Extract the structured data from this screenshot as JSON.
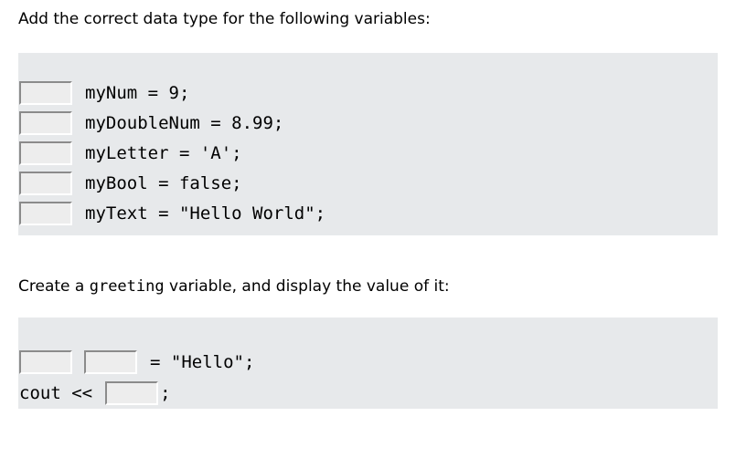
{
  "colors": {
    "page_bg": "#ffffff",
    "box_bg": "#e7e9eb",
    "text": "#000000",
    "input_bg": "#ededed",
    "input_border_dark": "#8b8b8b",
    "input_border_light": "#ffffff"
  },
  "exercise1": {
    "instruction": "Add the correct data type for the following variables:",
    "inputs": {
      "value": "",
      "placeholder": ""
    },
    "lines": [
      {
        "code": "myNum = 9;"
      },
      {
        "code": "myDoubleNum = 8.99;"
      },
      {
        "code": "myLetter = 'A';"
      },
      {
        "code": "myBool = false;"
      },
      {
        "code": "myText = \"Hello World\";"
      }
    ]
  },
  "exercise2": {
    "instruction_prefix": "Create a ",
    "instruction_code": "greeting",
    "instruction_suffix": " variable, and display the value of it:",
    "inputs": {
      "value": "",
      "placeholder": ""
    },
    "line1_suffix": "= \"Hello\";",
    "line2_prefix": "cout <<",
    "line2_suffix": ";"
  }
}
